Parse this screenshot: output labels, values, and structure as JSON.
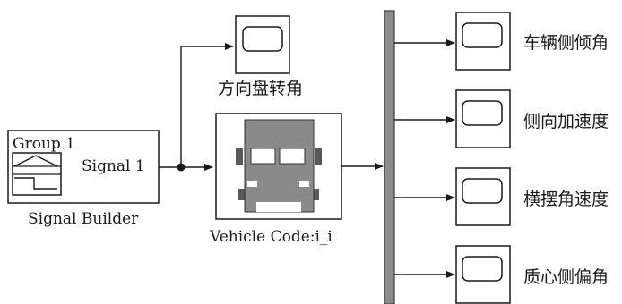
{
  "signal_builder": {
    "group_label": "Group 1",
    "signal_label": "Signal  1",
    "caption": "Signal Builder"
  },
  "steering_scope": {
    "caption": "方向盘转角"
  },
  "vehicle_block": {
    "caption": "Vehicle Code:i_i"
  },
  "outputs": [
    {
      "caption": "车辆侧倾角"
    },
    {
      "caption": "侧向加速度"
    },
    {
      "caption": "横摆角速度"
    },
    {
      "caption": "质心侧偏角"
    }
  ],
  "colors": {
    "line": "#1a1a1a",
    "bus_fill": "#8c8c8c",
    "vehicle_body": "#8a8a8a",
    "vehicle_dark": "#5a5a5a",
    "window_fill": "#ffffff"
  }
}
